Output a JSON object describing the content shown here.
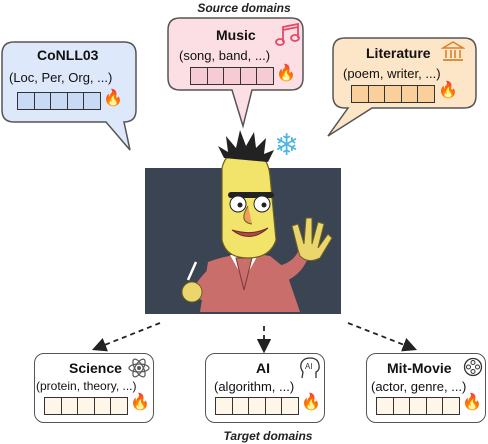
{
  "captions": {
    "source": "Source domains",
    "target": "Target domains"
  },
  "source_domains": [
    {
      "title": "CoNLL03",
      "entities": "(Loc, Per, Org, ...)",
      "cells": 5,
      "fill": "#dde8fb",
      "stroke": "#555555",
      "cell_fill": "#c9daf6",
      "icon": "none"
    },
    {
      "title": "Music",
      "entities": "(song, band, ...)",
      "cells": 5,
      "fill": "#fbdfe4",
      "stroke": "#555555",
      "cell_fill": "#f7cbd3",
      "icon": "music-note-icon"
    },
    {
      "title": "Literature",
      "entities": "(poem, writer, ...)",
      "cells": 5,
      "fill": "#fde5c8",
      "stroke": "#555555",
      "cell_fill": "#f9cf9c",
      "icon": "library-building-icon"
    }
  ],
  "target_domains": [
    {
      "title": "Science",
      "entities": "(protein, theory, ...)",
      "cells": 5,
      "icon": "atom-icon"
    },
    {
      "title": "AI",
      "entities": "(algorithm, ...)",
      "cells": 5,
      "icon": "ai-head-icon"
    },
    {
      "title": "Mit-Movie",
      "entities": "(actor, genre, ...)",
      "cells": 5,
      "icon": "film-reel-icon"
    }
  ],
  "colors": {
    "fire": "#f0502d",
    "snowflake": "#4fb6e3",
    "board": "#3b4452",
    "arrow": "#222222"
  }
}
